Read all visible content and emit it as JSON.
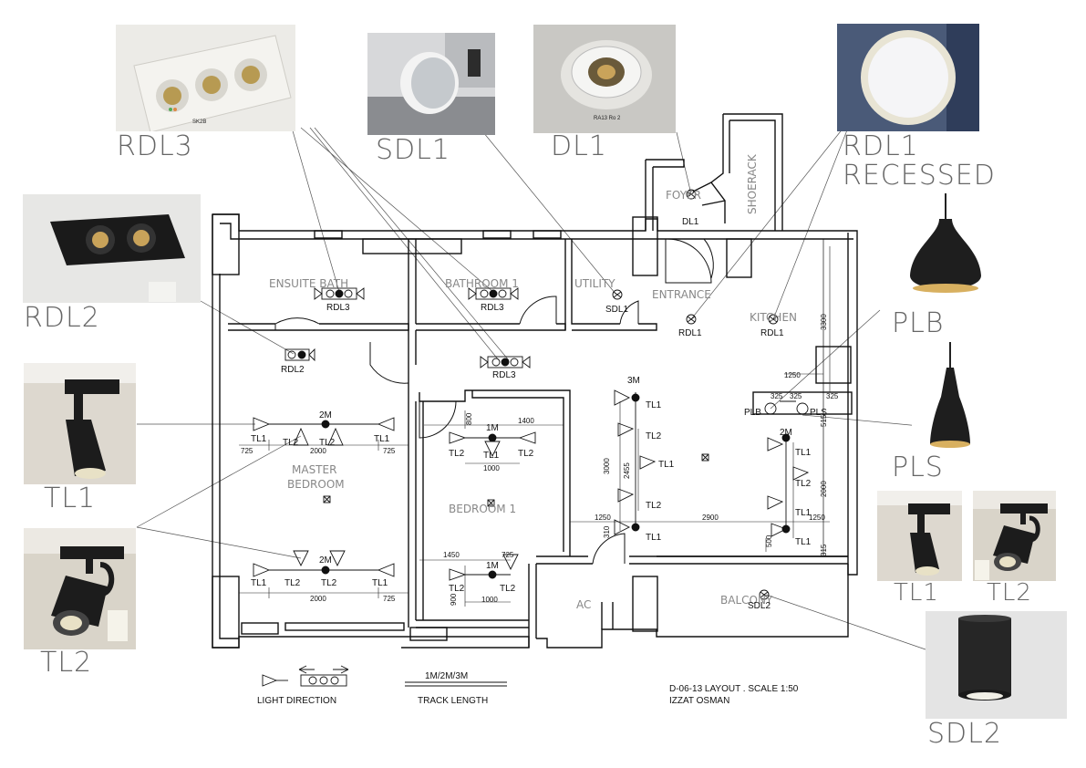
{
  "photo_labels": {
    "rdl3": "RDL3",
    "sdl1": "SDL1",
    "dl1": "DL1",
    "rdl1": "RDL1",
    "recessed": "RECESSED",
    "rdl2": "RDL2",
    "plb": "PLB",
    "pls": "PLS",
    "tl1_left": "TL1",
    "tl2_left": "TL2",
    "tl1_right": "TL1",
    "tl2_right": "TL2",
    "sdl2": "SDL2"
  },
  "photo_tags": {
    "rdl3_tag": "SK2B",
    "dl1_tag": "RA13 Ro 2"
  },
  "rooms": {
    "ensuite_bath": "ENSUITE BATH",
    "bathroom_1": "BATHROOM 1",
    "utility": "UTILITY",
    "foyer": "FOYER",
    "shoerack": "SHOERACK",
    "entrance": "ENTRANCE",
    "kitchen": "KITCHEN",
    "master_bedroom_1": "MASTER",
    "master_bedroom_2": "BEDROOM",
    "bedroom_1": "BEDROOM 1",
    "ac": "AC",
    "balcony": "BALCONY"
  },
  "fixture_tags": {
    "rdl3_a": "RDL3",
    "rdl3_b": "RDL3",
    "rdl3_c": "RDL3",
    "rdl2": "RDL2",
    "sdl1": "SDL1",
    "dl1": "DL1",
    "rdl1_a": "RDL1",
    "rdl1_b": "RDL1",
    "plb": "PLB",
    "pls": "PLS",
    "sdl2": "SDL2",
    "tl1": "TL1",
    "tl2": "TL2",
    "track_2m": "2M",
    "track_1m": "1M",
    "track_3m": "3M"
  },
  "dimensions": {
    "d725": "725",
    "d2000": "2000",
    "d1000": "1000",
    "d1400": "1400",
    "d800": "800",
    "d1450": "1450",
    "d900": "900",
    "d3000": "3000",
    "d2455": "2455",
    "d1250": "1250",
    "d2900": "2900",
    "d3300": "3300",
    "d325": "325",
    "d515": "515",
    "d500": "500",
    "d315": "315",
    "d310": "310"
  },
  "legend": {
    "light_direction": "LIGHT DIRECTION",
    "track_length_value": "1M/2M/3M",
    "track_length": "TRACK LENGTH"
  },
  "title_block": {
    "line1": "D-06-13 LAYOUT . SCALE 1:50",
    "line2": "IZZAT OSMAN"
  },
  "colors": {
    "wall": "#111111",
    "room_label": "#888888",
    "big_label": "#666666",
    "leader": "#555555"
  }
}
